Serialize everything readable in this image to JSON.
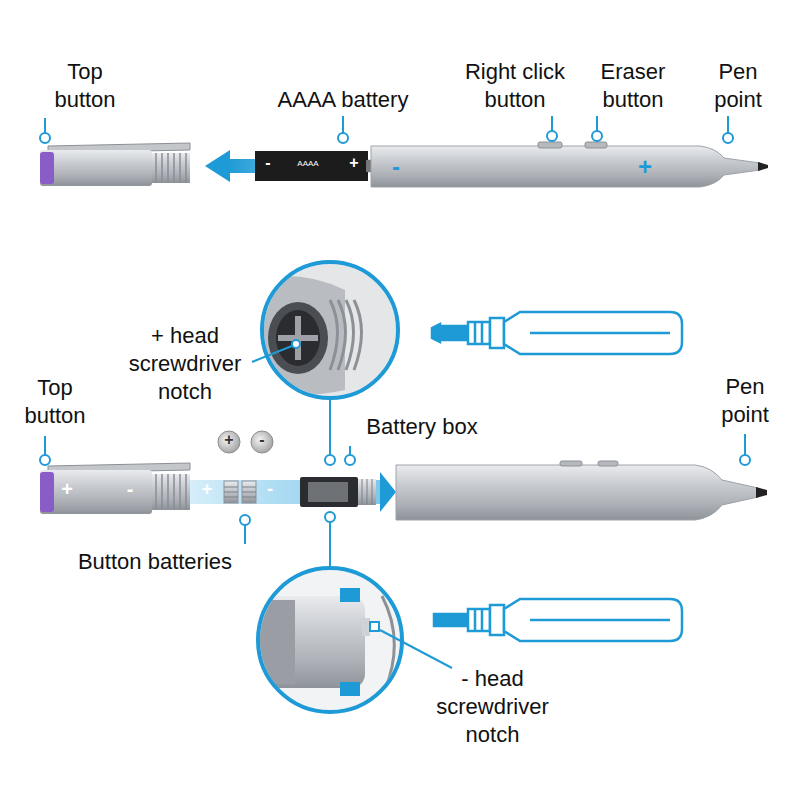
{
  "diagram": {
    "labels": [
      "Top button",
      "AAAA battery",
      "Right click button",
      "Eraser button",
      "Pen point",
      "AAAA",
      "-",
      "+",
      "-",
      "+",
      "+ head screwdriver notch",
      "Top button",
      "Battery box",
      "Pen point",
      "+",
      "-",
      "+",
      "-",
      "+",
      "-",
      "Button batteries",
      "- head screwdriver notch"
    ]
  }
}
